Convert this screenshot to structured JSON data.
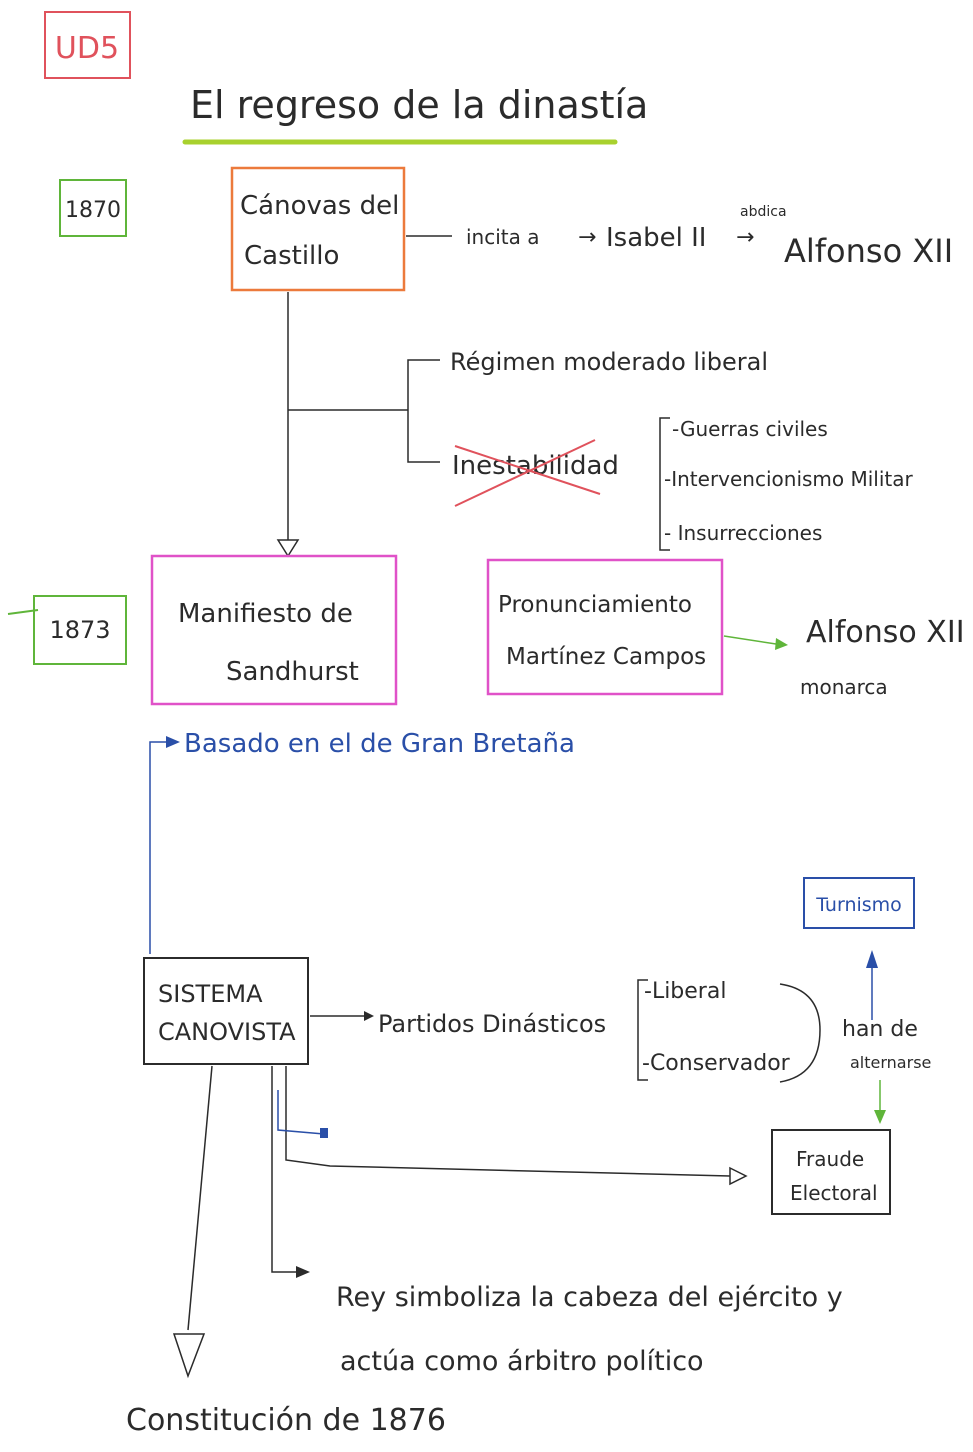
{
  "unit": "UD5",
  "title": "El regreso de la dinastía",
  "year_1870": "1870",
  "year_1873": "1873",
  "canovas": {
    "line1": "Cánovas del",
    "line2": "Castillo"
  },
  "incita_label": "incita a",
  "isabel": "Isabel II",
  "abdica": "abdica",
  "alfonso_top": "Alfonso XII",
  "regimen": "Régimen moderado liberal",
  "inestabilidad": "Inestabilidad",
  "causes": [
    "-Guerras civiles",
    "-Intervencionismo Militar",
    "- Insurrecciones"
  ],
  "manifiesto": {
    "line1": "Manifiesto de",
    "line2": "Sandhurst"
  },
  "pronunciamiento": {
    "line1": "Pronunciamiento",
    "line2": "Martínez Campos"
  },
  "alfonso_right": {
    "line1": "Alfonso XII",
    "line2": "monarca"
  },
  "basado": "Basado en el de Gran Bretaña",
  "turnismo": "Turnismo",
  "sistema": {
    "line1": "SISTEMA",
    "line2": "CANOVISTA"
  },
  "partidos": "Partidos Dinásticos",
  "parties": [
    "-Liberal",
    "-Conservador"
  ],
  "han_de": "han de",
  "alternarse": "alternarse",
  "fraude": {
    "line1": "Fraude",
    "line2": "Electoral"
  },
  "rey": {
    "line1": "Rey simboliza la cabeza del ejército y",
    "line2": "actúa como árbitro político"
  },
  "constitucion": "Constitución de 1876",
  "colors": {
    "red": "#e0525c",
    "green": "#5fb53a",
    "lime": "#a8d12e",
    "orange": "#ec7a3c",
    "pink": "#e052c8",
    "blue": "#2a4fa8",
    "ink": "#2b2b2b"
  }
}
